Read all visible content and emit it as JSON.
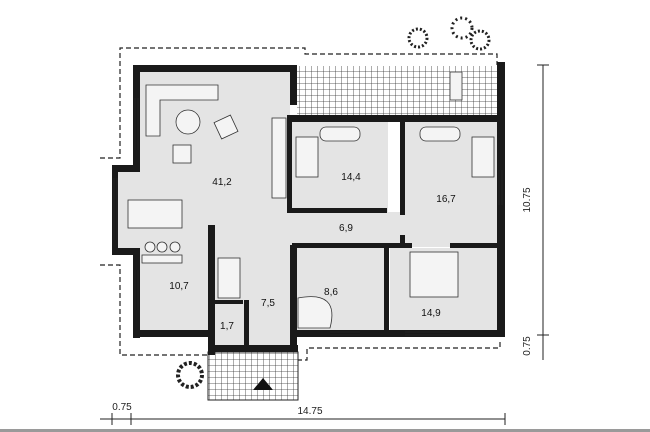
{
  "rooms": {
    "living": "41,2",
    "bedroom_1": "14,4",
    "bedroom_2": "16,7",
    "hall": "6,9",
    "kitchen": "10,7",
    "entrance": "7,5",
    "wc": "1,7",
    "bathroom": "8,6",
    "bedroom_master": "14,9"
  },
  "dimensions": {
    "depth": "10.75",
    "depth_offset": "0.75",
    "width": "14.75",
    "width_offset": "0.75"
  },
  "colors": {
    "floor": "#e4e4e4",
    "wall": "#1a1a1a"
  }
}
